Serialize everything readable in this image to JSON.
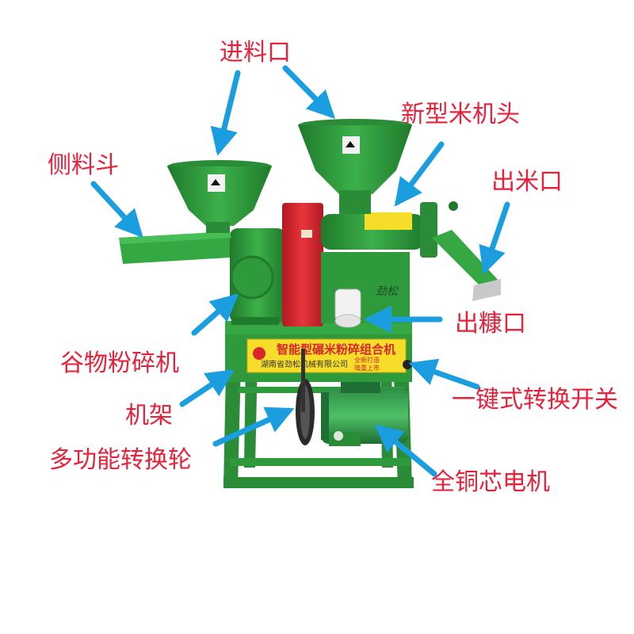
{
  "labels": {
    "feed_inlet": "进料口",
    "side_hopper": "侧料斗",
    "new_rice_head": "新型米机头",
    "rice_outlet": "出米口",
    "bran_outlet": "出糠口",
    "grain_crusher": "谷物粉碎机",
    "frame": "机架",
    "one_key_switch": "一键式转换开关",
    "multi_wheel": "多功能转换轮",
    "copper_motor": "全铜芯电机"
  },
  "machine": {
    "plate_title": "智能型碾米粉碎组合机",
    "plate_company": "湖南省劲松机械有限公司",
    "plate_slogan_1": "全新打造",
    "plate_slogan_2": "隆重上市",
    "brand_script": "劲松"
  },
  "colors": {
    "label": "#e8213a",
    "arrow": "#1a9ee0",
    "machine_green": "#2e9a3c",
    "machine_red": "#d8262f",
    "plate_yellow": "#f6dd2a"
  }
}
